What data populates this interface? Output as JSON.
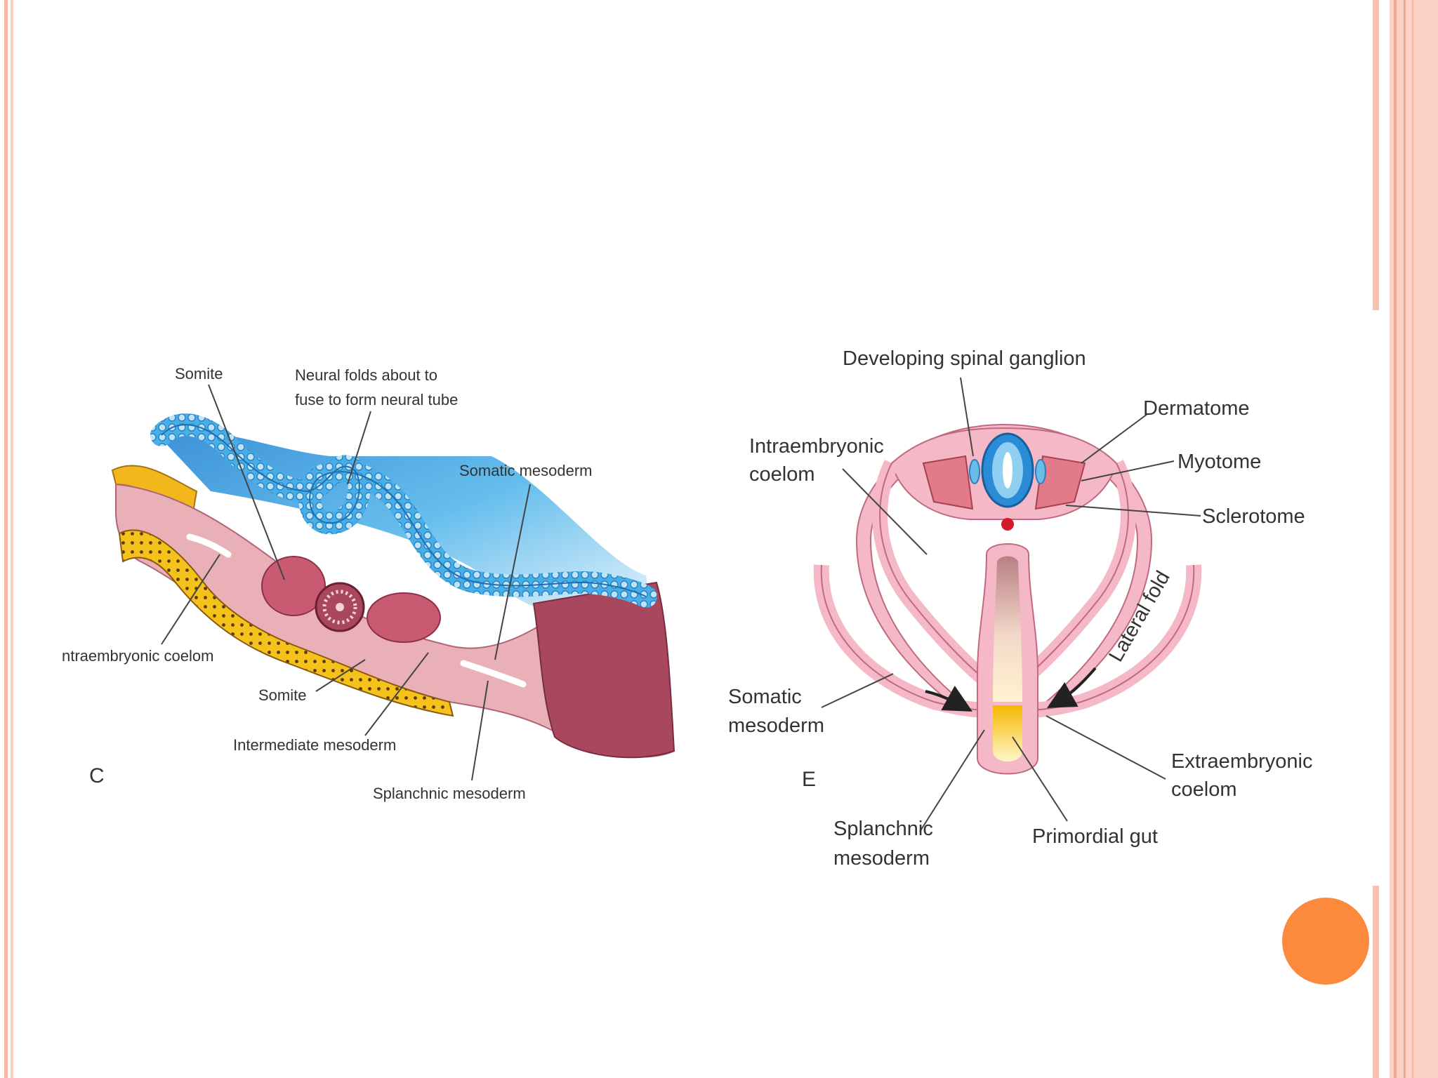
{
  "panel_c": {
    "letter": "C",
    "labels": {
      "somite_top": "Somite",
      "neural_folds_line1": "Neural folds about to",
      "neural_folds_line2": "fuse to form neural tube",
      "somatic_mesoderm": "Somatic mesoderm",
      "intraembryonic_coelom": "ntraembryonic coelom",
      "somite_bottom": "Somite",
      "intermediate_mesoderm": "Intermediate mesoderm",
      "splanchnic_mesoderm": "Splanchnic mesoderm"
    }
  },
  "panel_e": {
    "letter": "E",
    "labels": {
      "developing_spinal_ganglion": "Developing spinal ganglion",
      "dermatome": "Dermatome",
      "myotome": "Myotome",
      "sclerotome": "Sclerotome",
      "intraembryonic_coelom_line1": "Intraembryonic",
      "intraembryonic_coelom_line2": "coelom",
      "lateral_fold": "Lateral fold",
      "somatic_mesoderm_line1": "Somatic",
      "somatic_mesoderm_line2": "mesoderm",
      "extraembryonic_coelom_line1": "Extraembryonic",
      "extraembryonic_coelom_line2": "coelom",
      "splanchnic_mesoderm_line1": "Splanchnic",
      "splanchnic_mesoderm_line2": "mesoderm",
      "primordial_gut": "Primordial gut"
    }
  },
  "colors": {
    "frame": "#f6b8a4",
    "accent_dot": "#fb8a3c",
    "neural_blue": "#3a9fdc",
    "mesoderm_pink": "#f4b8c6",
    "somite_red": "#c85b72",
    "yolk_yellow": "#f5c21b"
  }
}
